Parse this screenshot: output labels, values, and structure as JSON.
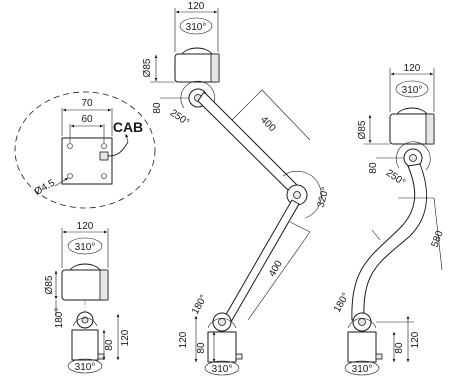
{
  "cable_label": "CAB",
  "mount_plate": {
    "width_outer": "70",
    "width_inner": "60",
    "hole": "Ø4.5"
  },
  "lamp_head": {
    "width": "120",
    "diameter": "Ø85",
    "rotation": "310°",
    "offset": "80"
  },
  "left_lamp": {
    "tilt": "180°",
    "base_height": "80",
    "mount_height": "120",
    "base_rotation": "310°"
  },
  "center_lamp": {
    "head_tilt": "250°",
    "upper_arm": "400",
    "elbow_angle": "320°",
    "lower_arm": "400",
    "base_tilt": "180°",
    "mount_height": "120",
    "base_height": "80",
    "base_rotation": "310°"
  },
  "right_lamp": {
    "head_tilt": "250°",
    "flex_arm": "580",
    "base_tilt": "180°",
    "mount_height": "120",
    "base_height": "80",
    "base_rotation": "310°"
  }
}
